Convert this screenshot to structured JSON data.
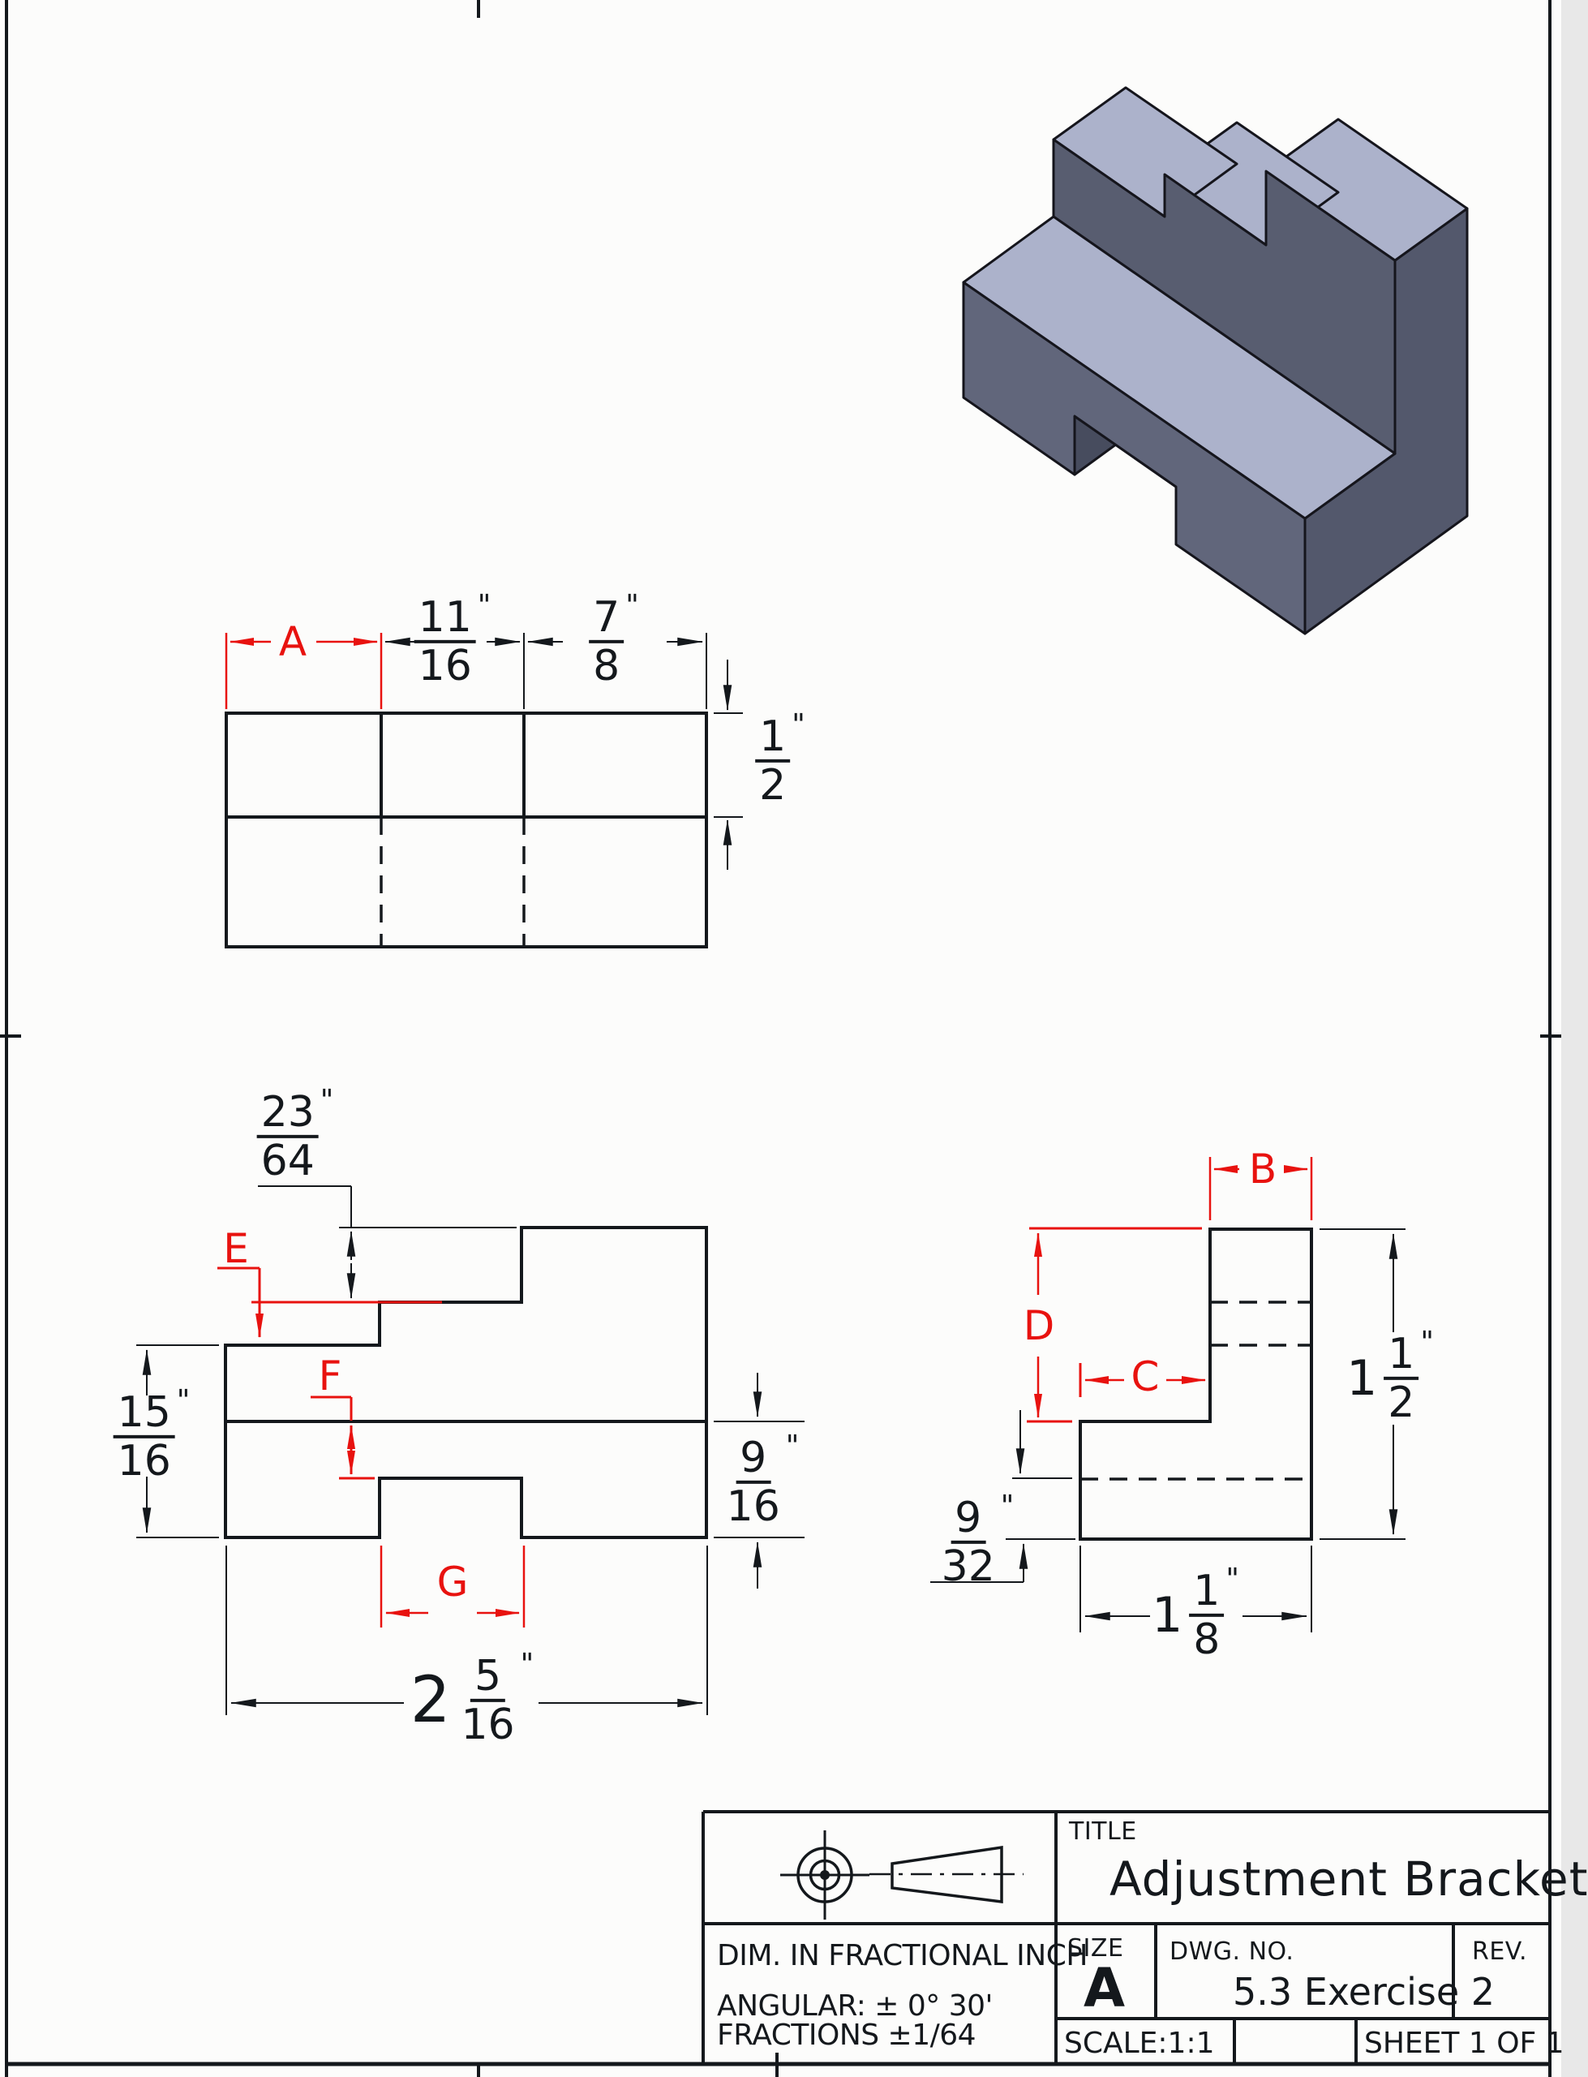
{
  "sheet": {
    "kind": "engineering-drawing",
    "units_note": "fractional inches"
  },
  "colors": {
    "accent_red": "#e8120f",
    "line_black": "#14181c",
    "iso_top": "#acb2cb",
    "iso_front_wall": "#585d70",
    "iso_front_ledge": "#61667b",
    "iso_right": "#53586c",
    "iso_cavity_wall": "#474c5e",
    "iso_cavity_ceiling": "#3c4050"
  },
  "dims": {
    "A": "A",
    "B": "B",
    "C": "C",
    "D": "D",
    "E": "E",
    "F": "F",
    "G": "G",
    "top_11_16": {
      "num": "11",
      "den": "16",
      "unit": "\""
    },
    "top_7_8": {
      "num": "7",
      "den": "8",
      "unit": "\""
    },
    "top_1_2": {
      "num": "1",
      "den": "2",
      "unit": "\""
    },
    "front_23_64": {
      "num": "23",
      "den": "64",
      "unit": "\""
    },
    "front_15_16": {
      "num": "15",
      "den": "16",
      "unit": "\""
    },
    "front_9_16": {
      "num": "9",
      "den": "16",
      "unit": "\""
    },
    "front_2_5_16": {
      "whole": "2",
      "num": "5",
      "den": "16",
      "unit": "\""
    },
    "side_1_1_2": {
      "whole": "1",
      "num": "1",
      "den": "2",
      "unit": "\""
    },
    "side_9_32": {
      "num": "9",
      "den": "32",
      "unit": "\""
    },
    "side_1_1_8": {
      "whole": "1",
      "num": "1",
      "den": "8",
      "unit": "\""
    }
  },
  "title_block": {
    "title_label": "TITLE",
    "title": "Adjustment Bracket",
    "size_label": "SIZE",
    "size": "A",
    "dwg_label": "DWG.  NO.",
    "dwg_no": "5.3 Exercise 2",
    "rev_label": "REV.",
    "scale": "SCALE:1:1",
    "sheet": "SHEET 1 OF 1",
    "tol_line1": "DIM. IN FRACTIONAL INCH",
    "tol_line2": "ANGULAR: ± 0° 30'",
    "tol_line3": "FRACTIONS    ±1/64"
  }
}
